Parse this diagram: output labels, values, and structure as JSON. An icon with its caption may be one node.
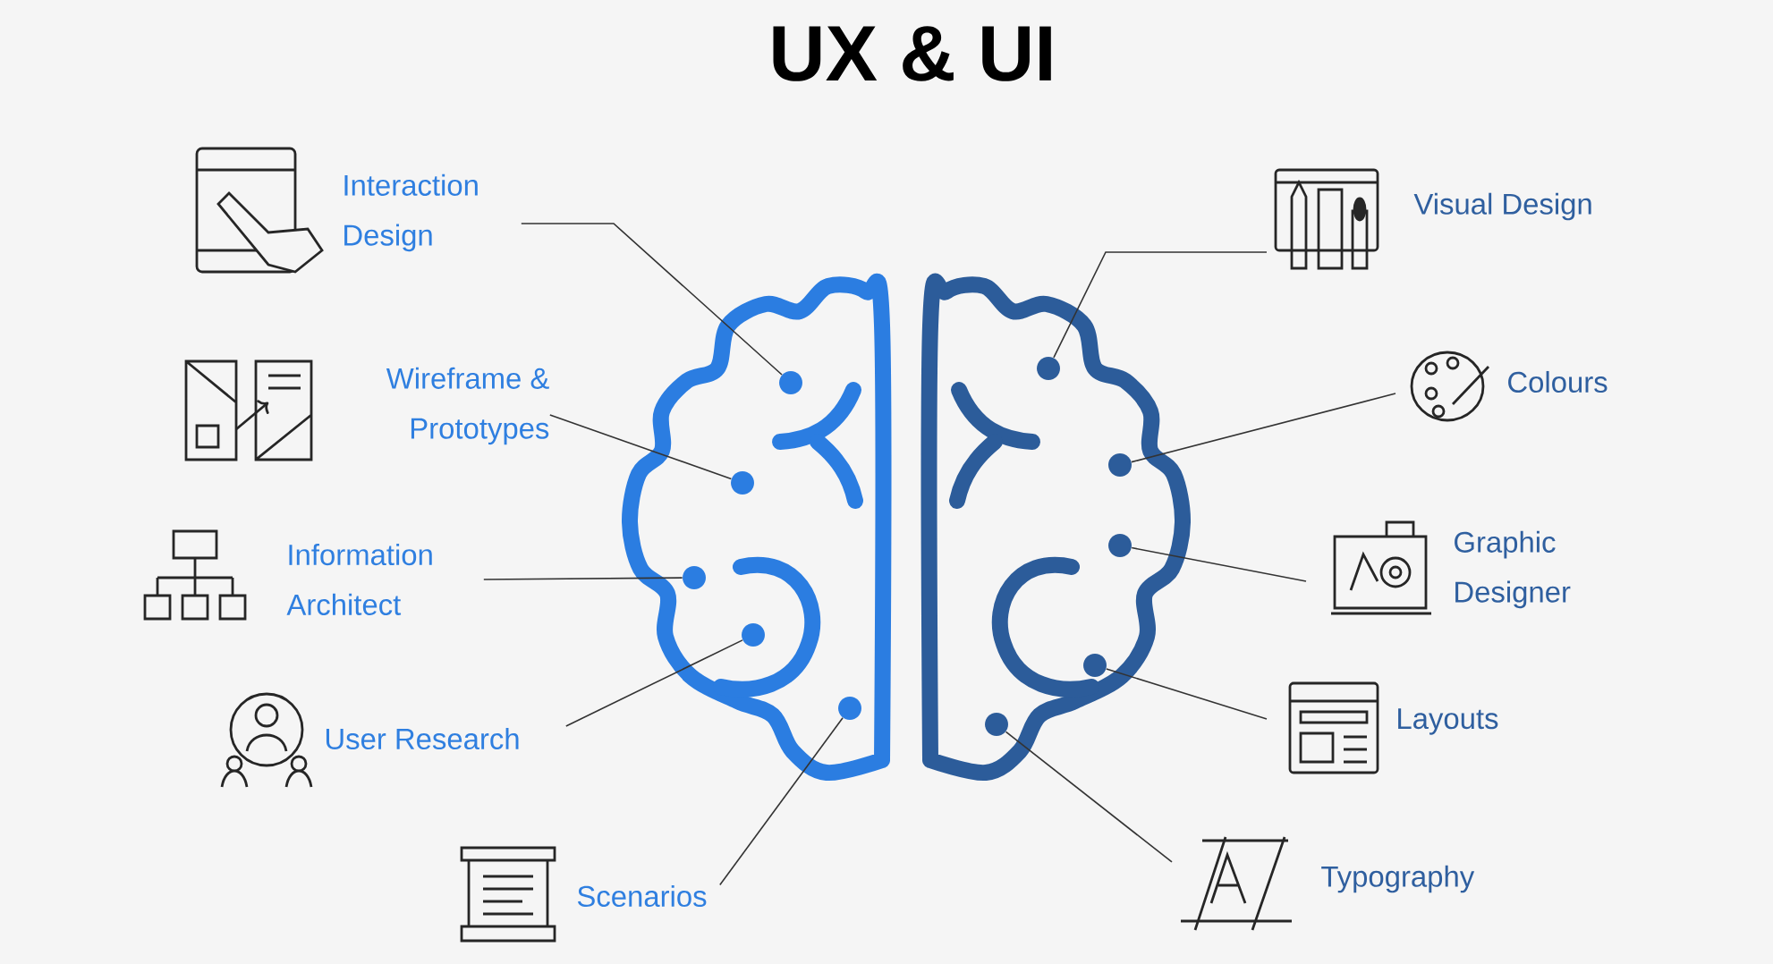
{
  "diagram": {
    "title": "UX & UI",
    "nodes": [
      {
        "text": [
          "Interaction Design"
        ]
      },
      {
        "text": [
          "Wireframe & Prototypes"
        ]
      },
      {
        "text": [
          "Information Architect"
        ]
      },
      {
        "text": [
          "User Research"
        ]
      },
      {
        "text": [
          "Scenarios"
        ]
      },
      {
        "text": [
          "Visual Design"
        ]
      },
      {
        "text": [
          "Colours"
        ]
      },
      {
        "text": [
          "Graphic Designer"
        ]
      },
      {
        "text": [
          "Layouts"
        ]
      },
      {
        "text": [
          "Typography"
        ]
      },
      {
        "text": [],
        "shape": "circle"
      },
      {
        "text": [],
        "shape": "circle"
      },
      {
        "text": [],
        "shape": "circle"
      },
      {
        "text": [],
        "shape": "circle"
      },
      {
        "text": [],
        "shape": "circle"
      },
      {
        "text": [],
        "shape": "circle"
      },
      {
        "text": [],
        "shape": "circle"
      },
      {
        "text": [],
        "shape": "circle"
      },
      {
        "text": [],
        "shape": "circle"
      },
      {
        "text": [],
        "shape": "circle"
      }
    ],
    "edges": [
      {
        "from": 0,
        "to": 10,
        "arrow": "none"
      },
      {
        "from": 1,
        "to": 11,
        "arrow": "none"
      },
      {
        "from": 2,
        "to": 12,
        "arrow": "none"
      },
      {
        "from": 3,
        "to": 13,
        "arrow": "none"
      },
      {
        "from": 4,
        "to": 14,
        "arrow": "none"
      },
      {
        "from": 5,
        "to": 15,
        "arrow": "none"
      },
      {
        "from": 6,
        "to": 16,
        "arrow": "none"
      },
      {
        "from": 7,
        "to": 17,
        "arrow": "none"
      },
      {
        "from": 8,
        "to": 18,
        "arrow": "none"
      },
      {
        "from": 9,
        "to": 19,
        "arrow": "none"
      }
    ]
  }
}
